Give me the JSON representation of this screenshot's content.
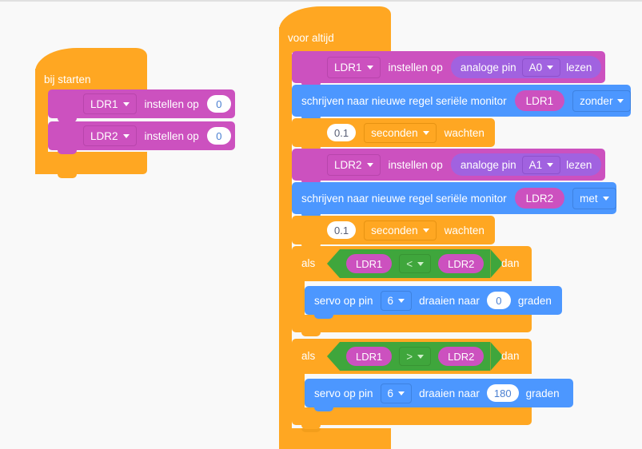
{
  "app": {
    "name": "block-programming-editor",
    "language": "nl",
    "canvas_background": "#f9f9f9"
  },
  "colors": {
    "orange_control": "#FFA722",
    "magenta_variables": "#CC51BF",
    "blue_output": "#4C97FF",
    "green_operators": "#3FA63C",
    "purple_input": "#A162E0",
    "field_white": "#FFFFFF",
    "field_text": "#4a7fd1"
  },
  "scripts": {
    "setup": {
      "hat_label": "bij starten",
      "blocks": [
        {
          "type": "set-variable",
          "variable": "LDR1",
          "text": "instellen op",
          "value": "0"
        },
        {
          "type": "set-variable",
          "variable": "LDR2",
          "text": "instellen op",
          "value": "0"
        }
      ]
    },
    "loop": {
      "hat_label": "voor altijd",
      "blocks": [
        {
          "type": "set-variable-reporter",
          "variable": "LDR1",
          "text": "instellen op",
          "reporter_prefix": "analoge pin",
          "reporter_pin": "A0",
          "reporter_suffix": "lezen"
        },
        {
          "type": "serial-print",
          "text": "schrijven naar nieuwe regel seriële monitor",
          "variable": "LDR1",
          "option": "zonder"
        },
        {
          "type": "wait",
          "value": "0.1",
          "unit": "seconden",
          "text": "wachten"
        },
        {
          "type": "set-variable-reporter",
          "variable": "LDR2",
          "text": "instellen op",
          "reporter_prefix": "analoge pin",
          "reporter_pin": "A1",
          "reporter_suffix": "lezen"
        },
        {
          "type": "serial-print",
          "text": "schrijven naar nieuwe regel seriële monitor",
          "variable": "LDR2",
          "option": "met"
        },
        {
          "type": "wait",
          "value": "0.1",
          "unit": "seconden",
          "text": "wachten"
        },
        {
          "type": "if",
          "if_label": "als",
          "then_label": "dan",
          "condition": {
            "left": "LDR1",
            "operator": "<",
            "right": "LDR2"
          },
          "body": [
            {
              "type": "servo",
              "prefix": "servo op pin",
              "pin": "6",
              "middle": "draaien naar",
              "angle": "0",
              "suffix": "graden"
            }
          ]
        },
        {
          "type": "if",
          "if_label": "als",
          "then_label": "dan",
          "condition": {
            "left": "LDR1",
            "operator": ">",
            "right": "LDR2"
          },
          "body": [
            {
              "type": "servo",
              "prefix": "servo op pin",
              "pin": "6",
              "middle": "draaien naar",
              "angle": "180",
              "suffix": "graden"
            }
          ]
        }
      ]
    }
  }
}
